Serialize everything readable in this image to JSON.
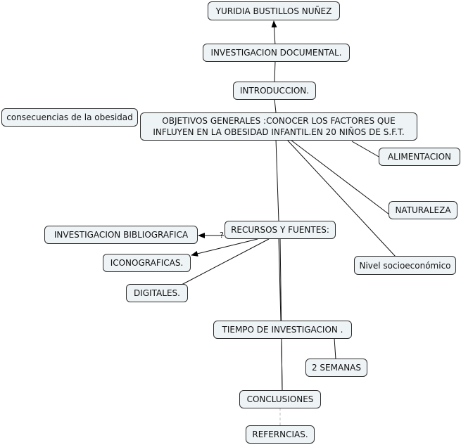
{
  "nodes": {
    "author": "YURIDIA BUSTILLOS NUÑEZ",
    "investigacion": "INVESTIGACION DOCUMENTAL.",
    "introduccion": "INTRODUCCION.",
    "consecuencias": "consecuencias de la obesidad",
    "objetivos": "OBJETIVOS GENERALES :CONOCER LOS FACTORES QUE INFLUYEN EN LA OBESIDAD INFANTIL.EN 20 NIÑOS DE S.F.T.",
    "alimentacion": "ALIMENTACION",
    "naturaleza": "NATURALEZA",
    "nivel": "Nivel socioeconómico",
    "recursos": "RECURSOS Y FUENTES:",
    "bibliografica": "INVESTIGACION BIBLIOGRAFICA",
    "iconograficas": "ICONOGRAFICAS.",
    "digitales": "DIGITALES.",
    "tiempo": "TIEMPO DE INVESTIGACION .",
    "semanas": "2 SEMANAS",
    "conclusiones": "CONCLUSIONES",
    "referencias": "REFERNCIAS."
  },
  "link_marker": "?"
}
